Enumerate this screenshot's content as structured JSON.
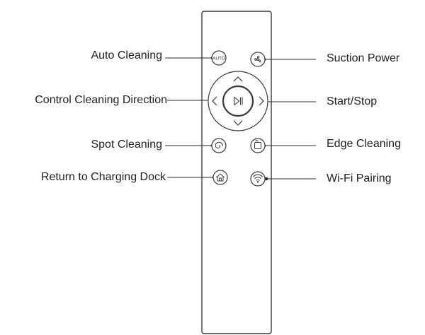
{
  "labels": {
    "auto_cleaning": "Auto Cleaning",
    "control_direction": "Control Cleaning Direction",
    "spot_cleaning": "Spot Cleaning",
    "return_dock": "Return to Charging Dock",
    "suction_power": "Suction Power",
    "start_stop": "Start/Stop",
    "edge_cleaning": "Edge Cleaning",
    "wifi_pairing": "Wi-Fi  Pairing"
  },
  "buttons": {
    "auto_text": "AUTO"
  },
  "icons": {
    "auto": "auto-text-icon",
    "suction": "fan-icon",
    "play_pause": "play-pause-icon",
    "spot": "spiral-icon",
    "edge": "edge-square-icon",
    "dock": "home-icon",
    "wifi": "wifi-icon",
    "up": "chevron-up-icon",
    "down": "chevron-down-icon",
    "left": "chevron-left-icon",
    "right": "chevron-right-icon"
  },
  "colors": {
    "outline": "#3a3a3a",
    "text": "#1f1f1f",
    "background": "#ffffff"
  }
}
